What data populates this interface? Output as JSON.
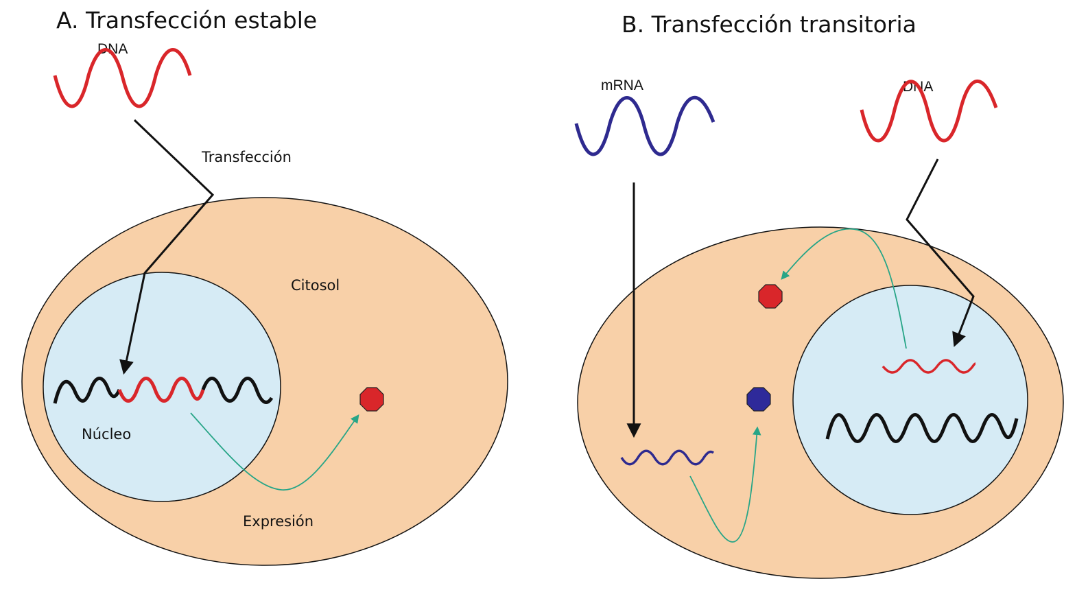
{
  "panel_a": {
    "title": "A. Transfección estable",
    "dna_label": "DNA",
    "transfection_label": "Transfección",
    "cytosol_label": "Citosol",
    "nucleus_label": "Núcleo",
    "expression_label": "Expresión"
  },
  "panel_b": {
    "title": "B. Transfección transitoria",
    "mrna_label": "mRNA",
    "dna_label": "DNA"
  },
  "colors": {
    "cell": "#f8d0a8",
    "nucleus": "#d6ebf5",
    "dna": "#d9262a",
    "mrna": "#2e2a8f",
    "genome": "#111111",
    "expression_arrow": "#27a587",
    "protein_red": "#d9262a",
    "protein_blue": "#2e2a9a"
  }
}
